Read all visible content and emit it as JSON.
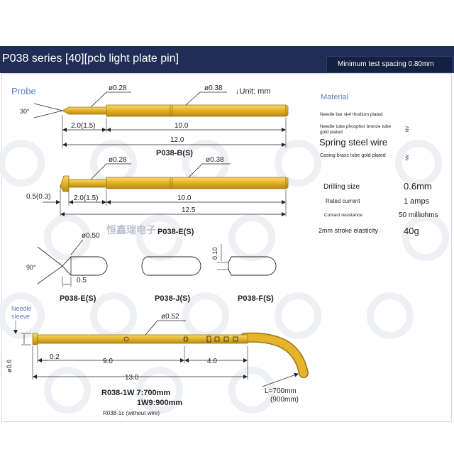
{
  "header": {
    "title": "P038 series [40][pcb light plate pin]",
    "spacing_note": "Minimum test spacing 0.80mm"
  },
  "drawing": {
    "probe_label": "Probe",
    "unit": "↓Unit: mm",
    "b": {
      "d1": "ø0.28",
      "d2": "ø0.38",
      "angle": "30°",
      "tip": "2.0(1.5)",
      "barrel": "10.0",
      "total": "12.0",
      "name": "P038-B(S)"
    },
    "e": {
      "d1": "ø0.28",
      "d2": "ø0.38",
      "offset": "0.5(0.3)",
      "tip": "2.0(1.5)",
      "barrel": "10.0",
      "total": "12.5",
      "name": "P038-E(S)"
    },
    "watermark": "恒鑫瑞电子",
    "tips": {
      "diam": "ø0.50",
      "angle": "90°",
      "len": "0.5",
      "f_dim": "0.10",
      "e_name": "P038-E(S)",
      "j_name": "P038-J(S)",
      "f_name": "P038-F(S)"
    },
    "sleeve": {
      "label_1": "Needle",
      "label_2": "sleeve",
      "diam": "ø0.52",
      "sleeve_d": "ø0.6",
      "a": "0.2",
      "b": "9.0",
      "c": "4.0",
      "total": "13.0",
      "name_1": "R038-1W 7:700mm",
      "name_2": "1W9:900mm",
      "note": "R038-1c (without wire)",
      "wire_1": "L=700mm",
      "wire_2": "(900mm)"
    }
  },
  "material": {
    "title": "Material",
    "line1": "Needle bar sk4 rhodium plated",
    "line2": "Needle tube phosphor bronze tube",
    "line3": "gold plated",
    "line4": "Spring steel wire",
    "line5": "Casing brass tube gold plated",
    "mark": "NV"
  },
  "specs": [
    {
      "label": "Drilling size",
      "value": "0.6mm"
    },
    {
      "label": "Rated current",
      "value": "1 amps"
    },
    {
      "label": "Contact resistance",
      "value": "50 milliohms"
    },
    {
      "label": "2mm stroke elasticity",
      "value": "40g"
    }
  ],
  "colors": {
    "banner": "#1f2d57",
    "gold": "#e6b429",
    "gold_dark": "#9a7410",
    "line": "#222222",
    "accent_blue": "#5b7fbf"
  }
}
